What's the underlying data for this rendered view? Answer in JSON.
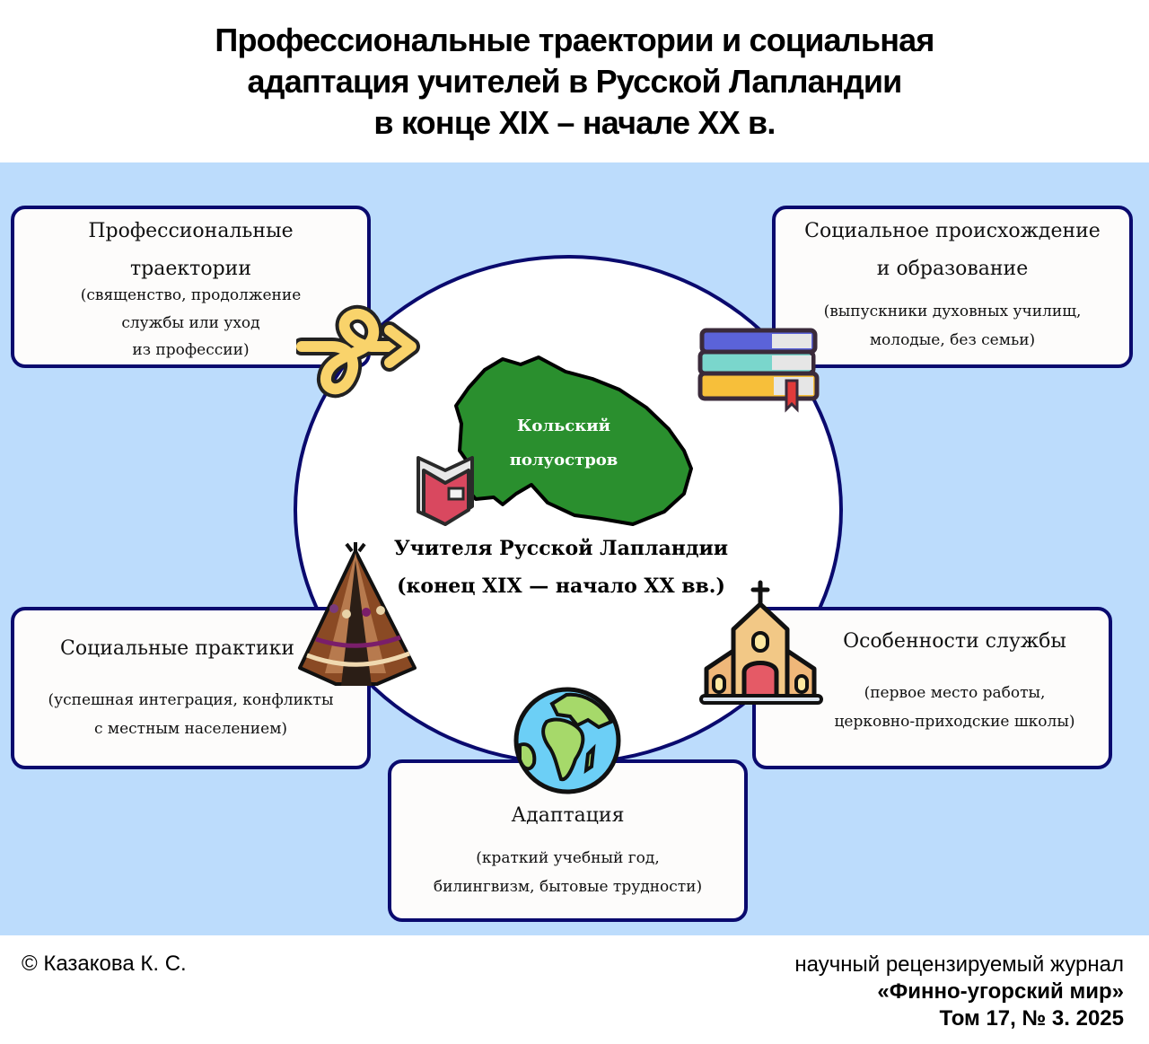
{
  "title": {
    "line1": "Профессиональные траектории и социальная",
    "line2": "адаптация учителей в Русской Лапландии",
    "line3": "в конце  XIX – начале XX в."
  },
  "center": {
    "map_label_line1": "Кольский",
    "map_label_line2": "полуостров",
    "title_line1": "Учителя Русской Лапландии",
    "title_line2": "(конец XIX — начало XX вв.)"
  },
  "cards": [
    {
      "heading_lines": [
        "Профессиональные",
        "траектории"
      ],
      "detail_lines": [
        "(священство, продолжение",
        "службы или уход",
        "из профессии)"
      ],
      "icon": "curly-arrow-icon"
    },
    {
      "heading_lines": [
        "Социальное происхождение",
        "и образование"
      ],
      "detail_lines": [
        "(выпускники духовных училищ,",
        "молодые, без семьи)"
      ],
      "icon": "books-stack-icon"
    },
    {
      "heading_lines": [
        "Социальные практики"
      ],
      "detail_lines": [
        "(успешная интеграция, конфликты",
        "с местным населением)"
      ],
      "icon": "tent-icon"
    },
    {
      "heading_lines": [
        "Особенности службы"
      ],
      "detail_lines": [
        "(первое место работы,",
        "церковно-приходские школы)"
      ],
      "icon": "church-icon"
    },
    {
      "heading_lines": [
        "Адаптация"
      ],
      "detail_lines": [
        "(краткий учебный год,",
        "билингвизм, бытовые трудности)"
      ],
      "icon": "globe-icon"
    }
  ],
  "footer": {
    "copyright": "© Казакова К. С.",
    "journal_line1": "научный рецензируемый журнал",
    "journal_line2": "«Финно-угорский мир»",
    "journal_line3": "Том 17, № 3. 2025"
  },
  "colors": {
    "background_blue": "#bcdcfc",
    "border_navy": "#0a0a6e",
    "map_green": "#2a8f2e",
    "card_fill": "#fdfcfb"
  }
}
